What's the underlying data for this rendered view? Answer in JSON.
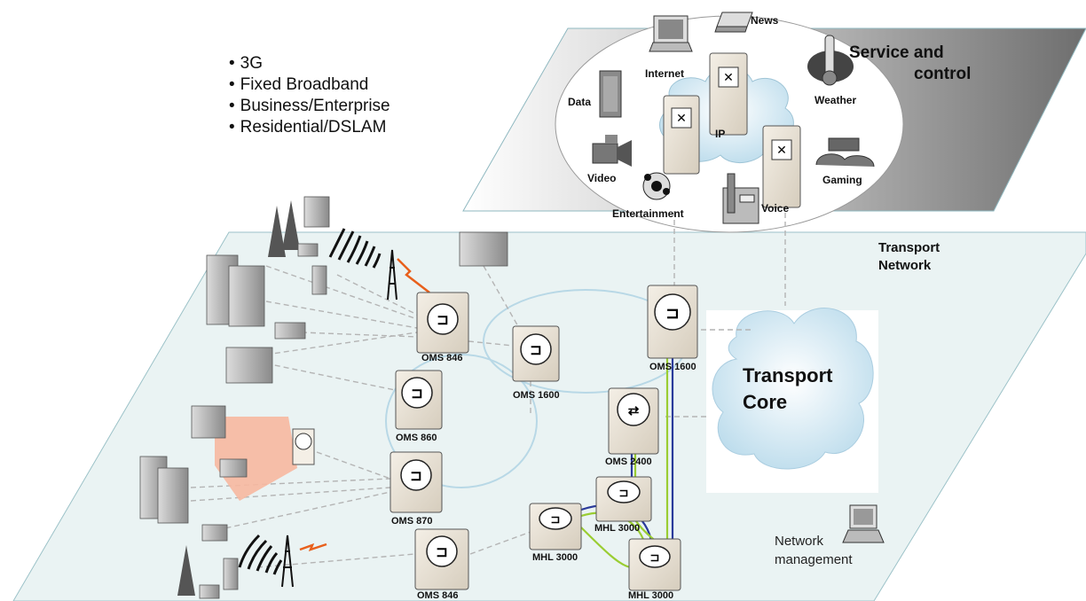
{
  "bullets": [
    "3G",
    "Fixed Broadband",
    "Business/Enterprise",
    "Residential/DSLAM"
  ],
  "service_title_line1": "Service and",
  "service_title_line2": "control",
  "service_items": {
    "news": "News",
    "internet": "Internet",
    "data": "Data",
    "ip": "IP",
    "weather": "Weather",
    "video": "Video",
    "gaming": "Gaming",
    "entertainment": "Entertainment",
    "voice": "Voice"
  },
  "transport_network_line1": "Transport",
  "transport_network_line2": "Network",
  "transport_core_line1": "Transport",
  "transport_core_line2": "Core",
  "nodes": {
    "oms846_top": "OMS 846",
    "oms1600_mid": "OMS 1600",
    "oms1600_right": "OMS 1600",
    "oms860": "OMS 860",
    "oms2400": "OMS 2400",
    "oms870": "OMS 870",
    "oms846_bottom": "OMS 846",
    "mhl3000_a": "MHL 3000",
    "mhl3000_b": "MHL 3000",
    "mhl3000_c": "MHL 3000"
  },
  "network_management_line1": "Network",
  "network_management_line2": "management",
  "colors": {
    "plane_fill": "#e8f2f2",
    "plane_stroke": "#8fb8c0",
    "ring_stroke": "#b8d8e6",
    "cloud_fill": "#d8ecf6",
    "coverage_fill": "#f7b8a0",
    "link_green": "#9acd32",
    "link_blue": "#2a3a9a",
    "radio_orange": "#e8601c"
  }
}
